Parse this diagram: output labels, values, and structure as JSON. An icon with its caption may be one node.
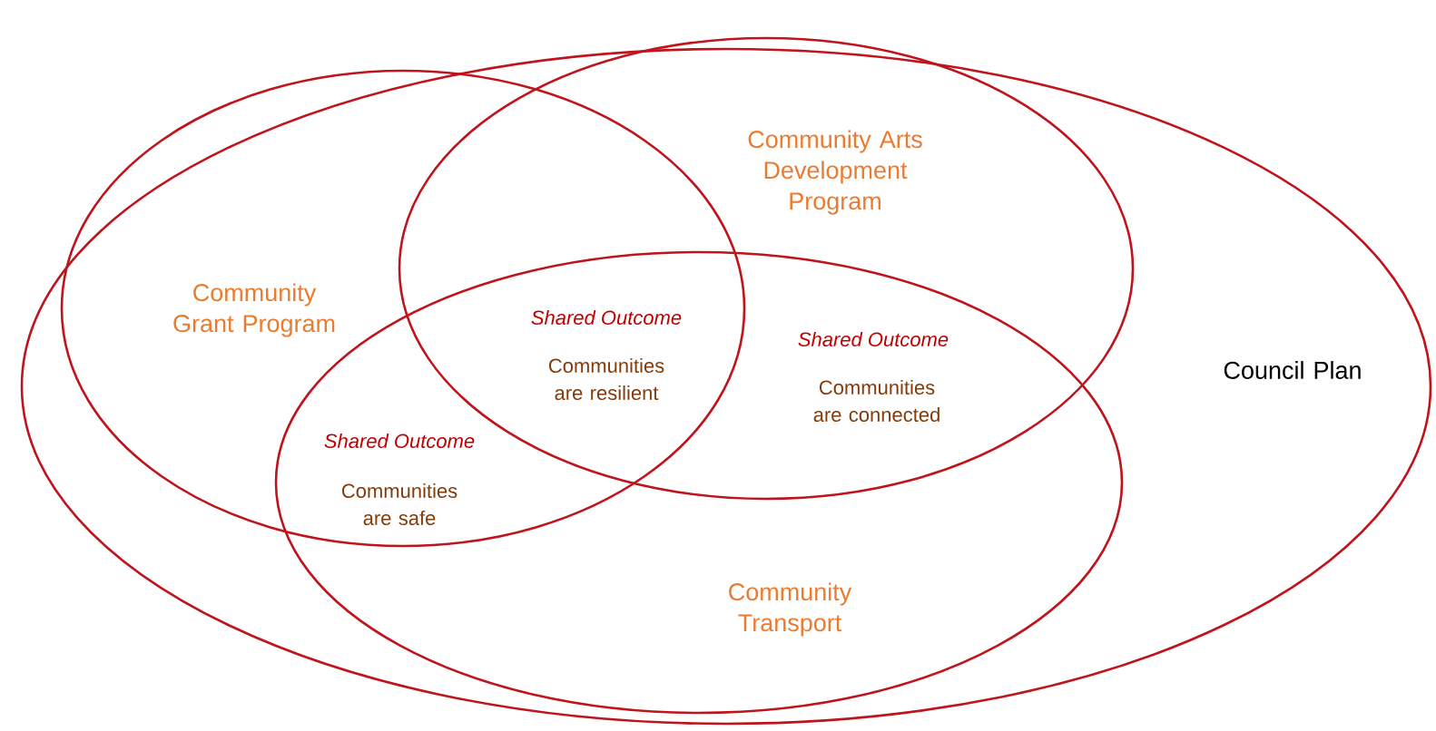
{
  "diagram": {
    "nodes": [
      {
        "text": [
          "Council Plan"
        ]
      },
      {
        "text": [
          "Community Grant Program"
        ],
        "in": 0
      },
      {
        "text": [
          "Community Arts Development Program"
        ],
        "in": 0
      },
      {
        "text": [
          "Community Transport"
        ],
        "in": 0
      }
    ],
    "labels": [
      "Shared Outcome",
      "Communities are resilient",
      "Shared Outcome",
      "Communities are connected",
      "Shared Outcome",
      "Communities are safe"
    ]
  }
}
